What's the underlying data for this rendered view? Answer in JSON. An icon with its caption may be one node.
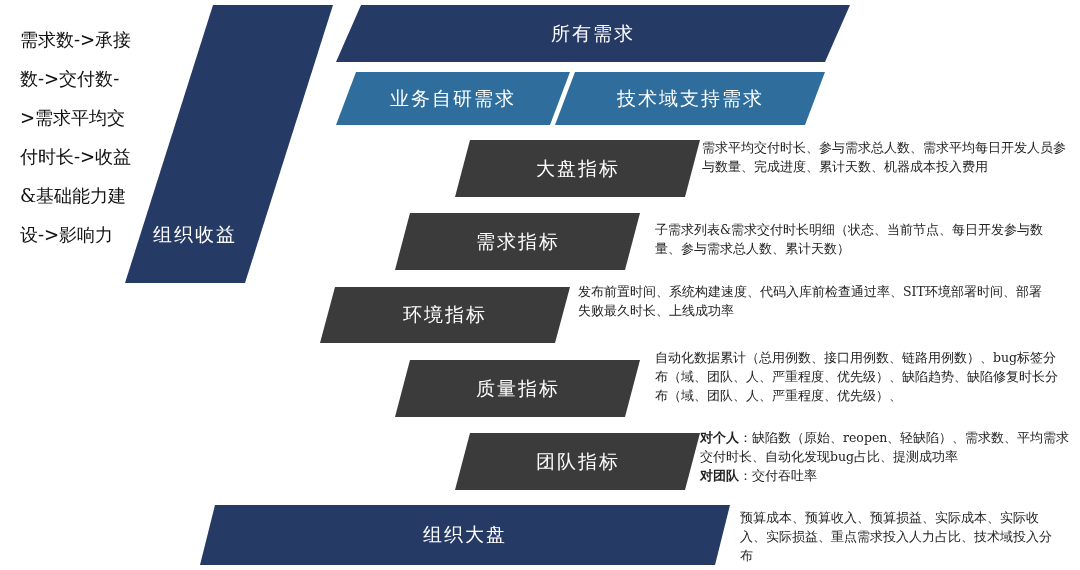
{
  "diagram": {
    "nodes": [
      {
        "text": [
          "组织收益"
        ]
      },
      {
        "text": [
          "所有需求"
        ]
      },
      {
        "text": [
          "业务自研需求"
        ]
      },
      {
        "text": [
          "技术域支持需求"
        ]
      },
      {
        "text": [
          "大盘指标"
        ],
        "beside": [
          "需求平均交付时长、参与需求总人数、需求平均每日开发人员参与数量、完成进度、累计天数、机器成本投入费用"
        ]
      },
      {
        "text": [
          "需求指标"
        ],
        "beside": [
          "子需求列表&需求交付时长明细（状态、当前节点、每日开发参与数量、参与需求总人数、累计天数）"
        ]
      },
      {
        "text": [
          "环境指标"
        ],
        "beside": [
          "发布前置时间、系统构建速度、代码入库前检查通过率、SIT环境部署时间、部署失败最久时长、上线成功率"
        ]
      },
      {
        "text": [
          "质量指标"
        ],
        "beside": [
          "自动化数据累计（总用例数、接口用例数、链路用例数）、bug标签分布（域、团队、人、严重程度、优先级）、缺陷趋势、缺陷修复时长分布（域、团队、人、严重程度、优先级）、"
        ]
      },
      {
        "text": [
          "团队指标"
        ],
        "beside": [
          "**对个人**：缺陷数（原始、reopen、轻缺陷）、需求数、平均需求交付时长、自动化发现bug占比、提测成功率",
          "**对团队**：交付吞吐率"
        ]
      },
      {
        "text": [
          "组织大盘"
        ],
        "beside": [
          "预算成本、预算收入、预算损益、实际成本、实际收入、实际损益、重点需求投入人力占比、技术域投入分布"
        ]
      }
    ],
    "labels": [
      "需求数->承接数->交付数->需求平均交付时长->收益&基础能力建设->影响力"
    ]
  }
}
